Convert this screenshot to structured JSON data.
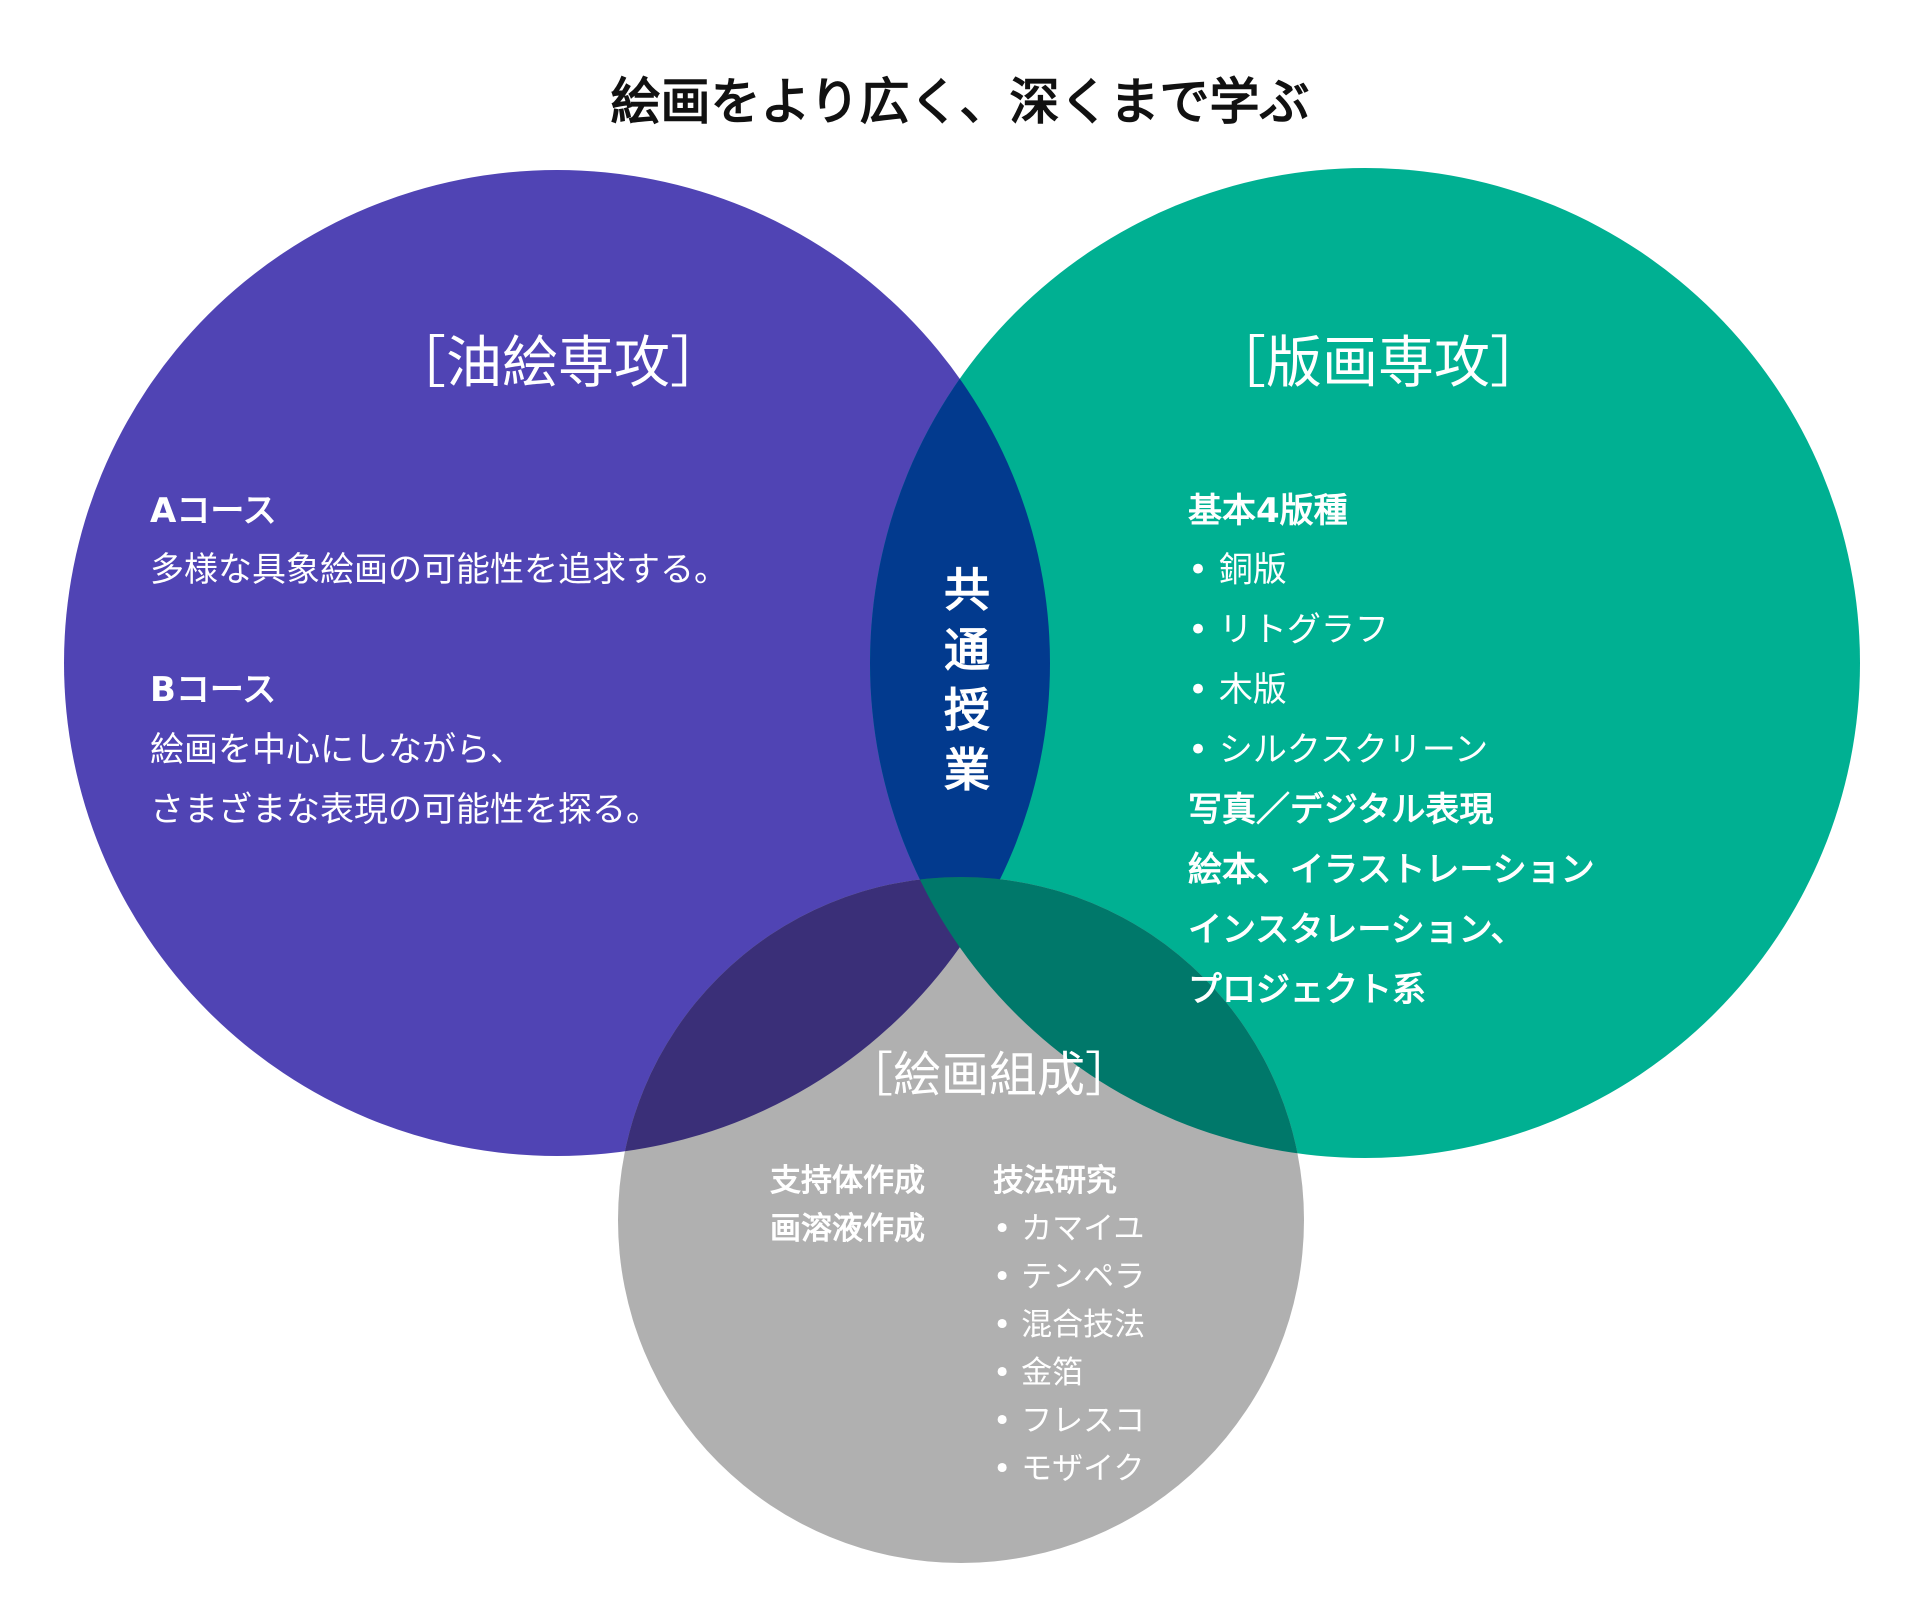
{
  "title": "絵画をより広く、深くまで学ぶ",
  "colors": {
    "oil_painting": "#5044B4",
    "printmaking": "#00B092",
    "composition": "#B0B0B0",
    "overlap_oil_print": "#023A8E",
    "overlap_oil_comp": "#3A2F78",
    "overlap_print_comp": "#00786A",
    "text_light": "#FFFFFF",
    "title_text": "#111111"
  },
  "oil_painting": {
    "title": "［油絵専攻］",
    "course_a": {
      "name": "Aコース",
      "description": "多様な具象絵画の可能性を追求する。"
    },
    "course_b": {
      "name": "Bコース",
      "description_lines": [
        "絵画を中心にしながら、",
        "さまざまな表現の可能性を探る。"
      ]
    }
  },
  "printmaking": {
    "title": "［版画専攻］",
    "basic_heading": "基本4版種",
    "basic_items": [
      "• 銅版",
      "• リトグラフ",
      "• 木版",
      "• シルクスクリーン"
    ],
    "other_items": [
      "写真／デジタル表現",
      "絵本、イラストレーション",
      "インスタレーション、",
      "プロジェクト系"
    ]
  },
  "common": {
    "label": "共通授業"
  },
  "composition": {
    "title": "［絵画組成］",
    "left_items": [
      "支持体作成",
      "画溶液作成"
    ],
    "technique_heading": "技法研究",
    "technique_items": [
      "• カマイユ",
      "• テンペラ",
      "• 混合技法",
      "• 金箔",
      "• フレスコ",
      "• モザイク"
    ]
  }
}
